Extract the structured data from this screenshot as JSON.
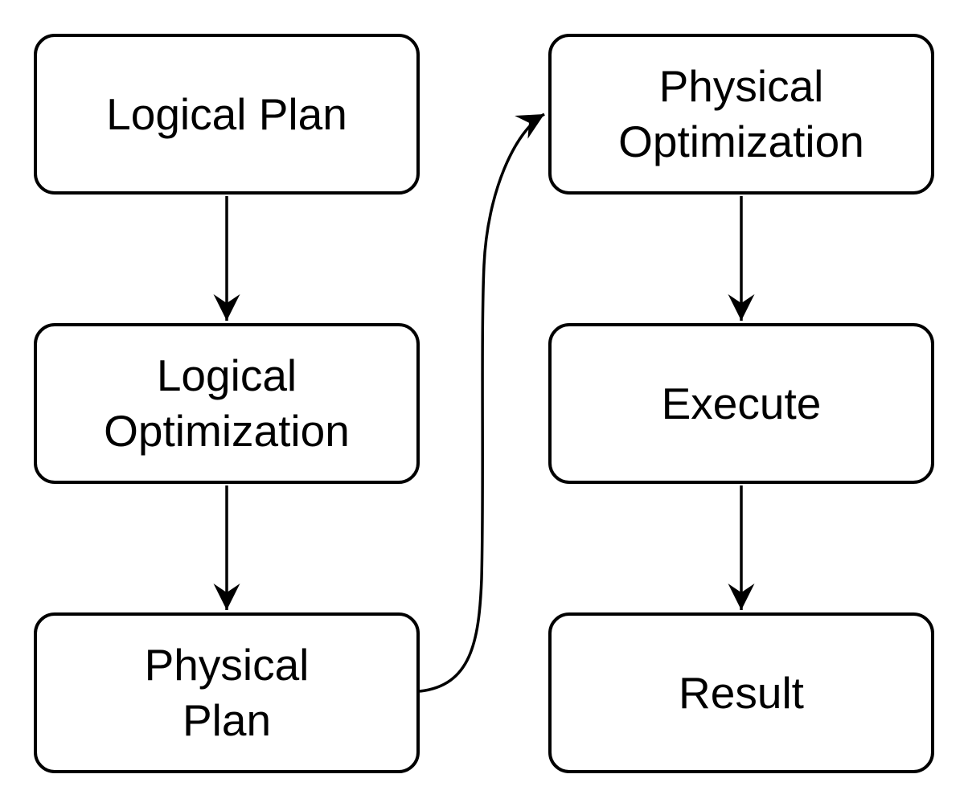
{
  "diagram": {
    "title": "query plan execution flowchart",
    "background_color": "#ffffff",
    "node_fill_color": "#ffffff",
    "node_stroke_color": "#000000",
    "text_color": "#000000",
    "nodes": [
      {
        "id": "logical-plan",
        "label": "Logical Plan"
      },
      {
        "id": "logical-optimization",
        "label": "Logical\nOptimization"
      },
      {
        "id": "physical-plan",
        "label": "Physical\nPlan"
      },
      {
        "id": "physical-optimization",
        "label": "Physical\nOptimization"
      },
      {
        "id": "execute",
        "label": "Execute"
      },
      {
        "id": "result",
        "label": "Result"
      }
    ],
    "edges": [
      {
        "from": "logical-plan",
        "to": "logical-optimization",
        "style": "straight-down"
      },
      {
        "from": "logical-optimization",
        "to": "physical-plan",
        "style": "straight-down"
      },
      {
        "from": "physical-plan",
        "to": "physical-optimization",
        "style": "curved-up-right"
      },
      {
        "from": "physical-optimization",
        "to": "execute",
        "style": "straight-down"
      },
      {
        "from": "execute",
        "to": "result",
        "style": "straight-down"
      }
    ]
  }
}
